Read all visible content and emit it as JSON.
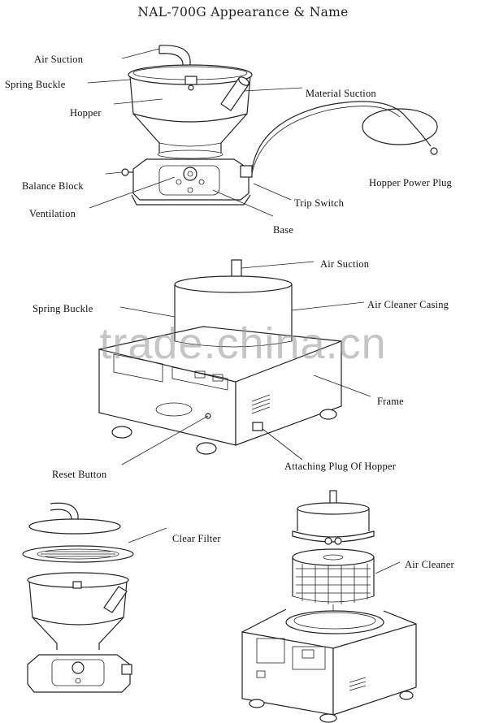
{
  "title": "NAL-700G Appearance & Name",
  "watermark": "trade.china.cn",
  "figure1": {
    "air_suction": "Air Suction",
    "spring_buckle": "Spring Buckle",
    "hopper": "Hopper",
    "material_suction": "Material Suction",
    "balance_block": "Balance Block",
    "ventilation": "Ventilation",
    "hopper_power_plug": "Hopper Power Plug",
    "trip_switch": "Trip Switch",
    "base": "Base"
  },
  "figure2": {
    "air_suction": "Air Suction",
    "spring_buckle": "Spring Buckle",
    "air_cleaner_casing": "Air Cleaner Casing",
    "frame": "Frame",
    "reset_button": "Reset Button",
    "attaching_plug": "Attaching Plug Of Hopper"
  },
  "figure3": {
    "clear_filter": "Clear Filter"
  },
  "figure4": {
    "air_cleaner": "Air Cleaner"
  }
}
